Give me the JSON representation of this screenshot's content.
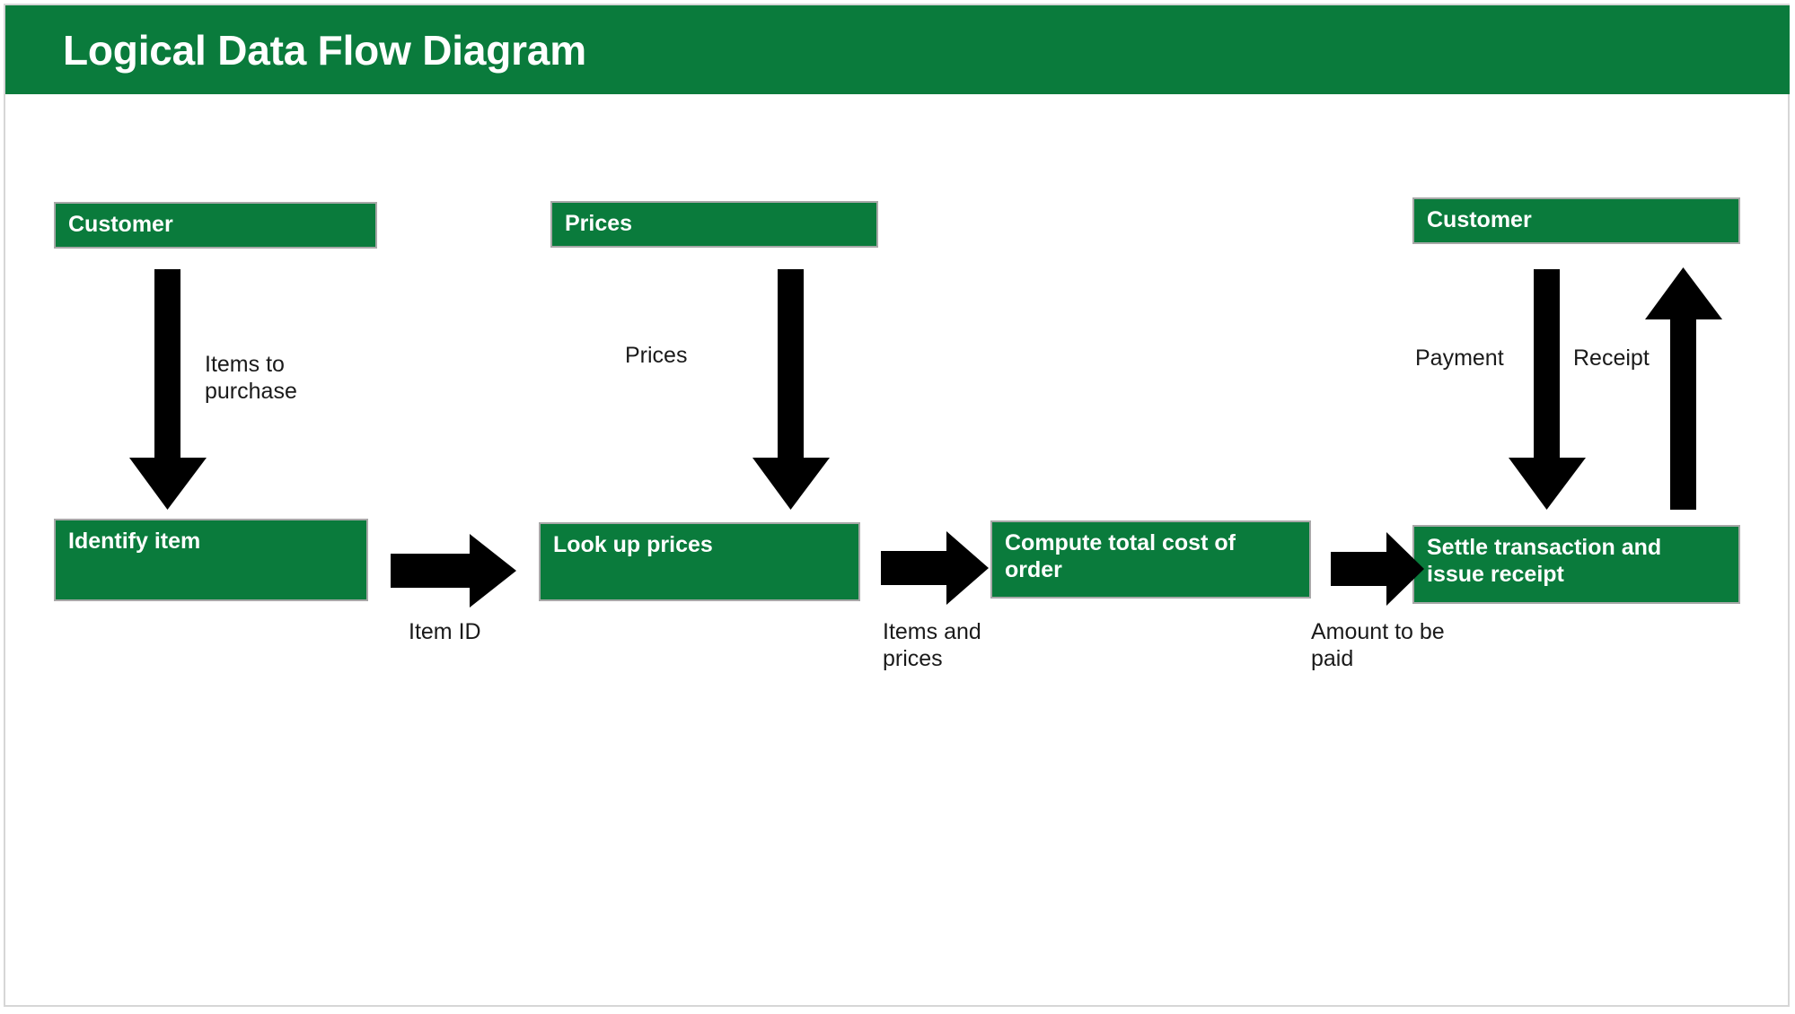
{
  "header": {
    "title": "Logical Data Flow Diagram",
    "background_color": "#0a7b3c",
    "text_color": "#ffffff"
  },
  "theme": {
    "node_fill": "#0a7b3c",
    "node_border": "#a8a8a8",
    "node_text": "#ffffff",
    "arrow_color": "#000000",
    "label_text": "#1a1a1a",
    "canvas_background": "#ffffff",
    "canvas_border": "#d6d6d6"
  },
  "diagram": {
    "type": "data-flow-diagram",
    "nodes": [
      {
        "id": "customer-source",
        "label": "Customer",
        "kind": "external-entity"
      },
      {
        "id": "prices-store",
        "label": "Prices",
        "kind": "data-store"
      },
      {
        "id": "customer-sink",
        "label": "Customer",
        "kind": "external-entity"
      },
      {
        "id": "identify-item",
        "label": "Identify item",
        "kind": "process"
      },
      {
        "id": "look-up-prices",
        "label": "Look up prices",
        "kind": "process"
      },
      {
        "id": "compute-total",
        "label": "Compute total cost of\norder",
        "kind": "process"
      },
      {
        "id": "settle-transaction",
        "label": "Settle transaction and\nissue receipt",
        "kind": "process"
      }
    ],
    "flows": [
      {
        "id": "items-to-purchase",
        "label": "Items to\npurchase",
        "from": "customer-source",
        "to": "identify-item",
        "direction": "down"
      },
      {
        "id": "prices",
        "label": "Prices",
        "from": "prices-store",
        "to": "look-up-prices",
        "direction": "down"
      },
      {
        "id": "item-id",
        "label": "Item ID",
        "from": "identify-item",
        "to": "look-up-prices",
        "direction": "right"
      },
      {
        "id": "items-and-prices",
        "label": "Items and\nprices",
        "from": "look-up-prices",
        "to": "compute-total",
        "direction": "right"
      },
      {
        "id": "amount-to-be-paid",
        "label": "Amount to be\npaid",
        "from": "compute-total",
        "to": "settle-transaction",
        "direction": "right"
      },
      {
        "id": "payment",
        "label": "Payment",
        "from": "customer-sink",
        "to": "settle-transaction",
        "direction": "down"
      },
      {
        "id": "receipt",
        "label": "Receipt",
        "from": "settle-transaction",
        "to": "customer-sink",
        "direction": "up"
      }
    ]
  }
}
